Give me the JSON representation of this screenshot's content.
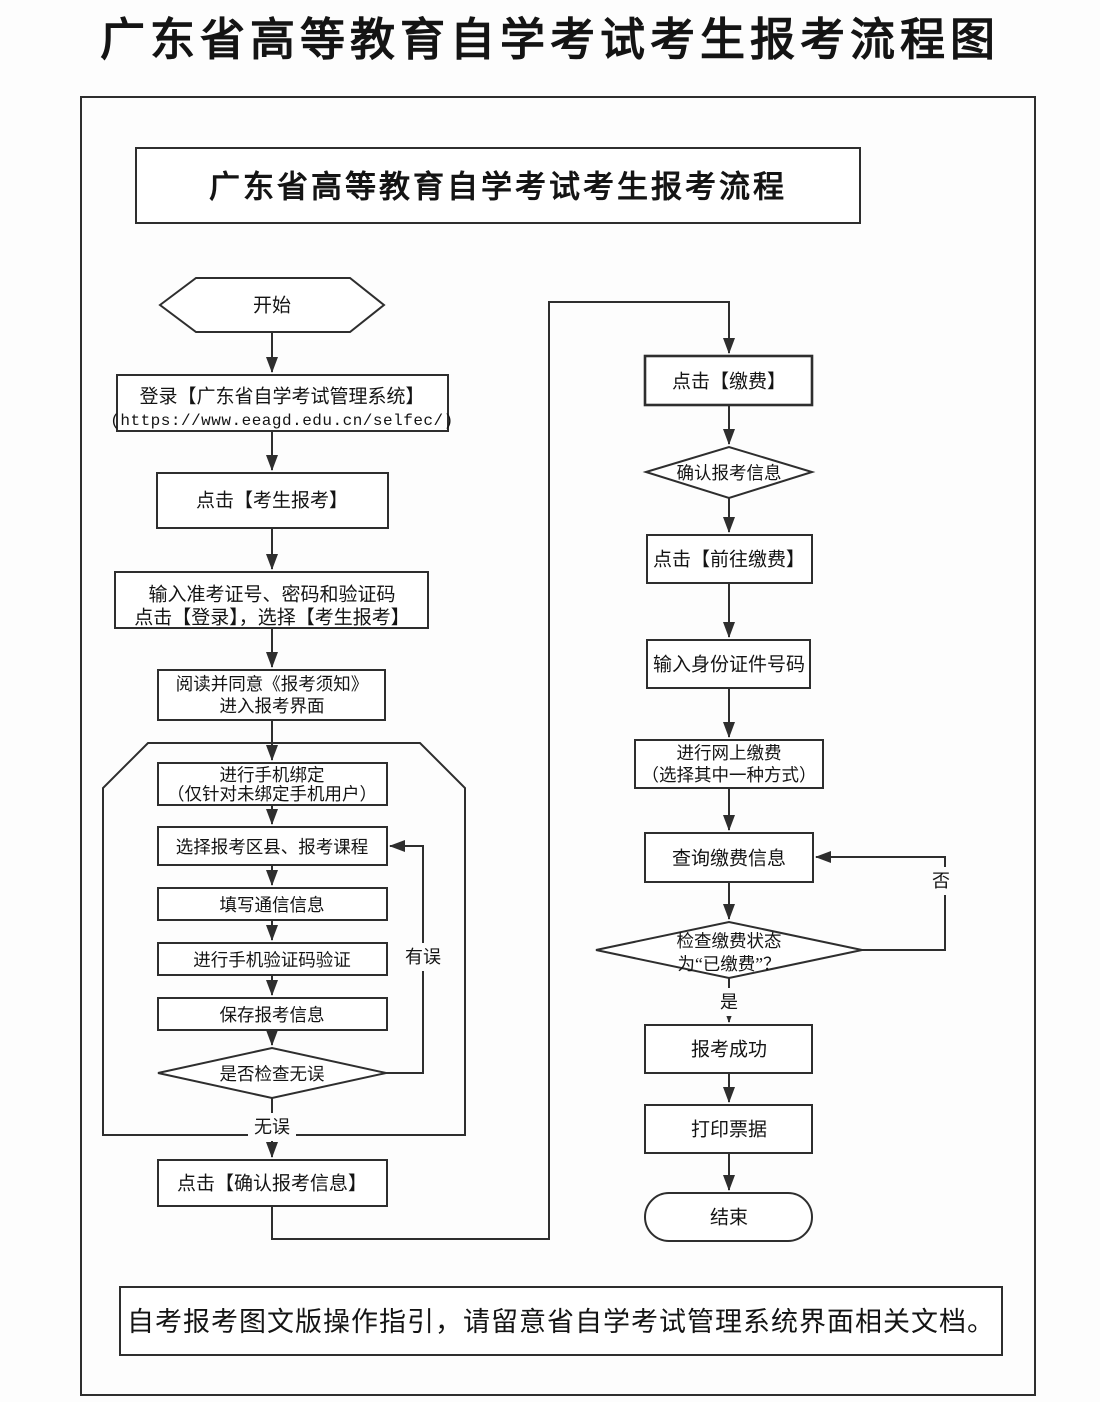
{
  "page_title": "广东省高等教育自学考试考生报考流程图",
  "diagram_title": "广东省高等教育自学考试考生报考流程",
  "colors": {
    "ink": "#2e2e2e",
    "background": "#fdfdfd"
  },
  "left": {
    "start": "开始",
    "login": {
      "l1": "登录【广东省自学考试管理系统】",
      "l2": "(https://www.eeagd.edu.cn/selfec/)"
    },
    "click_register": "点击【考生报考】",
    "credentials": {
      "l1": "输入准考证号、密码和验证码",
      "l2": "点击【登录】，选择【考生报考】"
    },
    "notice": {
      "l1": "阅读并同意《报考须知》",
      "l2": "进入报考界面"
    },
    "bind_phone": {
      "l1": "进行手机绑定",
      "l2": "（仅针对未绑定手机用户）"
    },
    "select_course": "选择报考区县、报考课程",
    "fill_contact": "填写通信信息",
    "sms_verify": "进行手机验证码验证",
    "save_info": "保存报考信息",
    "check": "是否检查无误",
    "label_error": "有误",
    "label_ok": "无误",
    "confirm": "点击【确认报考信息】"
  },
  "right": {
    "click_pay": "点击【缴费】",
    "confirm_info": "确认报考信息",
    "goto_pay": "点击【前往缴费】",
    "enter_id": "输入身份证件号码",
    "online_pay": {
      "l1": "进行网上缴费",
      "l2": "（选择其中一种方式）"
    },
    "query_pay": "查询缴费信息",
    "pay_check": {
      "l1": "检查缴费状态",
      "l2": "为“已缴费”？"
    },
    "label_no": "否",
    "label_yes": "是",
    "success": "报考成功",
    "print": "打印票据",
    "end": "结束"
  },
  "footer_note": "自考报考图文版操作指引，请留意省自学考试管理系统界面相关文档。"
}
